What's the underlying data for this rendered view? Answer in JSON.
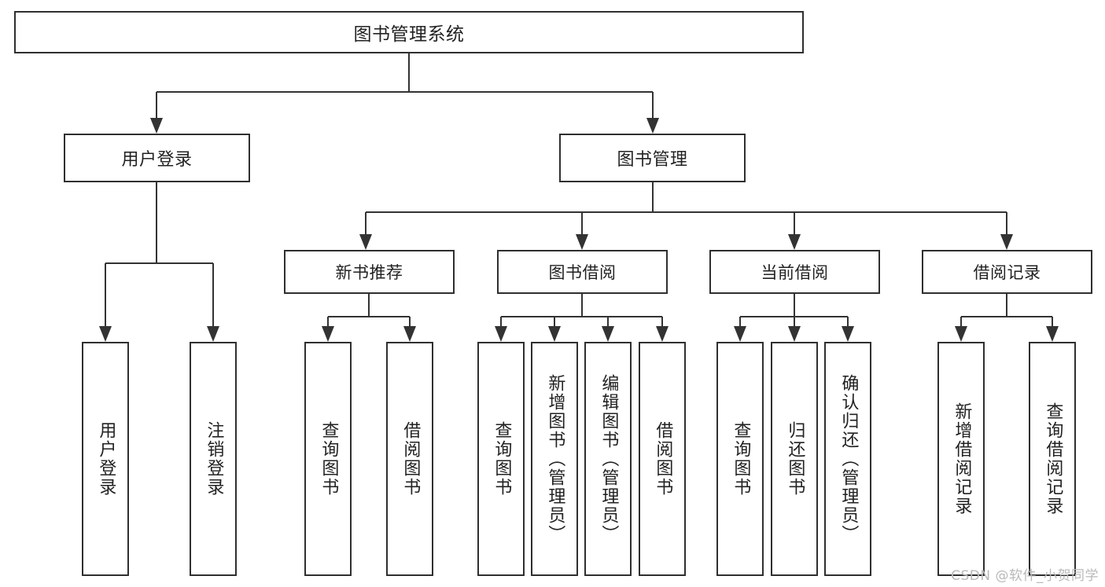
{
  "diagram": {
    "type": "tree",
    "title": "图书管理系统",
    "root": {
      "label": "图书管理系统"
    },
    "level2": [
      {
        "label": "用户登录"
      },
      {
        "label": "图书管理"
      }
    ],
    "level3": [
      {
        "label": "新书推荐"
      },
      {
        "label": "图书借阅"
      },
      {
        "label": "当前借阅"
      },
      {
        "label": "借阅记录"
      }
    ],
    "leaves": {
      "user_login": [
        {
          "label": "用户登录"
        },
        {
          "label": "注销登录"
        }
      ],
      "new_book_recommend": [
        {
          "label": "查询图书"
        },
        {
          "label": "借阅图书"
        }
      ],
      "book_borrow": [
        {
          "label": "查询图书"
        },
        {
          "label": "新增图书（管理员）"
        },
        {
          "label": "编辑图书（管理员）"
        },
        {
          "label": "借阅图书"
        }
      ],
      "current_borrow": [
        {
          "label": "查询图书"
        },
        {
          "label": "归还图书"
        },
        {
          "label": "确认归还（管理员）"
        }
      ],
      "borrow_record": [
        {
          "label": "新增借阅记录"
        },
        {
          "label": "查询借阅记录"
        }
      ]
    }
  },
  "watermark": {
    "text": "CSDN @软件_小贺同学"
  },
  "colors": {
    "box_border": "#2f2f2f",
    "connector": "#333333",
    "text": "#222222",
    "background": "#ffffff",
    "watermark": "#b9b9b9"
  }
}
